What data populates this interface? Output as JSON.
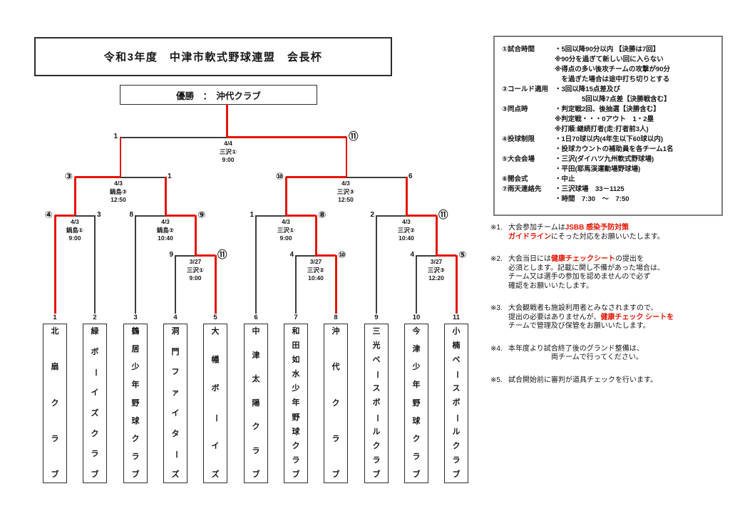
{
  "header": {
    "title": "令和3年度　中津市軟式野球連盟　会長杯",
    "champion_label": "優勝　：　沖代クラブ"
  },
  "colors": {
    "accent_red": "#e51400",
    "line_black": "#3c3c3c"
  },
  "bracket": {
    "teams": [
      {
        "seed": "1",
        "name": "北扇クラブ"
      },
      {
        "seed": "2",
        "name": "緑ボーイズクラブ"
      },
      {
        "seed": "3",
        "name": "鶴居少年野球クラブ"
      },
      {
        "seed": "4",
        "name": "洞門ファイターズ"
      },
      {
        "seed": "5",
        "name": "大幡ボーイズ"
      },
      {
        "seed": "6",
        "name": "中津太陽クラブ"
      },
      {
        "seed": "7",
        "name": "和田如水少年野球クラブ"
      },
      {
        "seed": "8",
        "name": "沖代クラブ"
      },
      {
        "seed": "9",
        "name": "三光ベースボールクラブ"
      },
      {
        "seed": "10",
        "name": "今津少年野球クラブ"
      },
      {
        "seed": "11",
        "name": "小楠ベースボールクラブ"
      }
    ],
    "matches": [
      {
        "round": "final",
        "date": "4/4",
        "venue": "三沢①",
        "time": "9:00",
        "left_score": "1",
        "right_score": "⑪"
      },
      {
        "round": "semifinal-1",
        "date": "4/3",
        "venue": "鍋島③",
        "time": "12:50",
        "left_score": "③",
        "right_score": "1"
      },
      {
        "round": "semifinal-2",
        "date": "4/3",
        "venue": "三沢③",
        "time": "12:50",
        "left_score": "⑩",
        "right_score": "6"
      },
      {
        "round": "quarterfinal-1",
        "date": "4/3",
        "venue": "鍋島①",
        "time": "9:00",
        "left_score": "④",
        "right_score": "3"
      },
      {
        "round": "quarterfinal-2",
        "date": "4/3",
        "venue": "鍋島②",
        "time": "10:40",
        "left_score": "8",
        "right_score": "⑨"
      },
      {
        "round": "quarterfinal-3",
        "date": "4/3",
        "venue": "三沢①",
        "time": "9:00",
        "left_score": "1",
        "right_score": "⑧"
      },
      {
        "round": "quarterfinal-4",
        "date": "4/3",
        "venue": "三沢②",
        "time": "10:40",
        "left_score": "2",
        "right_score": "⑪"
      },
      {
        "round": "round1-1",
        "date": "3/27",
        "venue": "三沢①",
        "time": "9:00",
        "left_score": "9",
        "right_score": "⑪"
      },
      {
        "round": "round1-2",
        "date": "3/27",
        "venue": "三沢②",
        "time": "10:40",
        "left_score": "4",
        "right_score": "⑩"
      },
      {
        "round": "round1-3",
        "date": "3/27",
        "venue": "三沢③",
        "time": "12:20",
        "left_score": "4",
        "right_score": "⑤"
      }
    ]
  },
  "rules": {
    "items": [
      {
        "label": "①試合時間",
        "text": "・5回以降90分以内 【決勝は7回】\n※90分を過ぎて新しい回に入らない\n※得点の多い後攻チームの攻撃が90分\n　を過ぎた場合は途中打ち切りとする"
      },
      {
        "label": "②コールド適用",
        "text": "・3回以降15点差及び\n　　　　5回以降7点差【決勝戦含む】"
      },
      {
        "label": "③同点時",
        "text": "・判定戦2回、後抽選【決勝含む】\n※判定戦・・・0アウト　1・2塁\n※打順:継続打者(走:打者前3人)"
      },
      {
        "label": "④投球制限",
        "text": "・1日70球以内(4年生以下60球以内)\n・投球カウントの補助員を各チーム1名"
      },
      {
        "label": "⑤大会会場",
        "text": "・三沢(ダイハツ九州軟式野球場)\n・平田(耶馬渓運動場野球場)"
      },
      {
        "label": "⑥開会式",
        "text": "・中止"
      },
      {
        "label": "⑦雨天連絡先",
        "text": "・三沢球場　33－1125\n・時間　7:30　～　7:50"
      }
    ]
  },
  "notes": {
    "items": [
      {
        "no": "※1.",
        "parts": [
          {
            "text": "大会参加チームは"
          },
          {
            "text": "JSBB 感染予防対策",
            "red": true
          },
          {
            "text": "\n"
          },
          {
            "text": "ガイドライン",
            "red": true
          },
          {
            "text": "にそった対応をお願いいたします。"
          }
        ]
      },
      {
        "no": "※2.",
        "parts": [
          {
            "text": "大会当日には"
          },
          {
            "text": "健康チェックシート",
            "red": true
          },
          {
            "text": "の提出を\n必須とします。記載に関し不備があった場合は、\nチーム又は選手の参加を認めませんので必ず\n確認をお願いいたします。"
          }
        ]
      },
      {
        "no": "※3.",
        "parts": [
          {
            "text": "大会観戦者も施設利用者とみなされますので、\n提出の必要はありませんが、"
          },
          {
            "text": "健康チェック シートを",
            "red": true
          },
          {
            "text": "\nチームで管理及び保管をお願いいたします。"
          }
        ]
      },
      {
        "no": "※4.",
        "parts": [
          {
            "text": "本年度より試合終了後のグランド整備は、\n　　　　　　両チームで行ってください。"
          }
        ]
      },
      {
        "no": "※5.",
        "parts": [
          {
            "text": "試合開始前に審判が道具チェックを行います。"
          }
        ]
      }
    ]
  }
}
